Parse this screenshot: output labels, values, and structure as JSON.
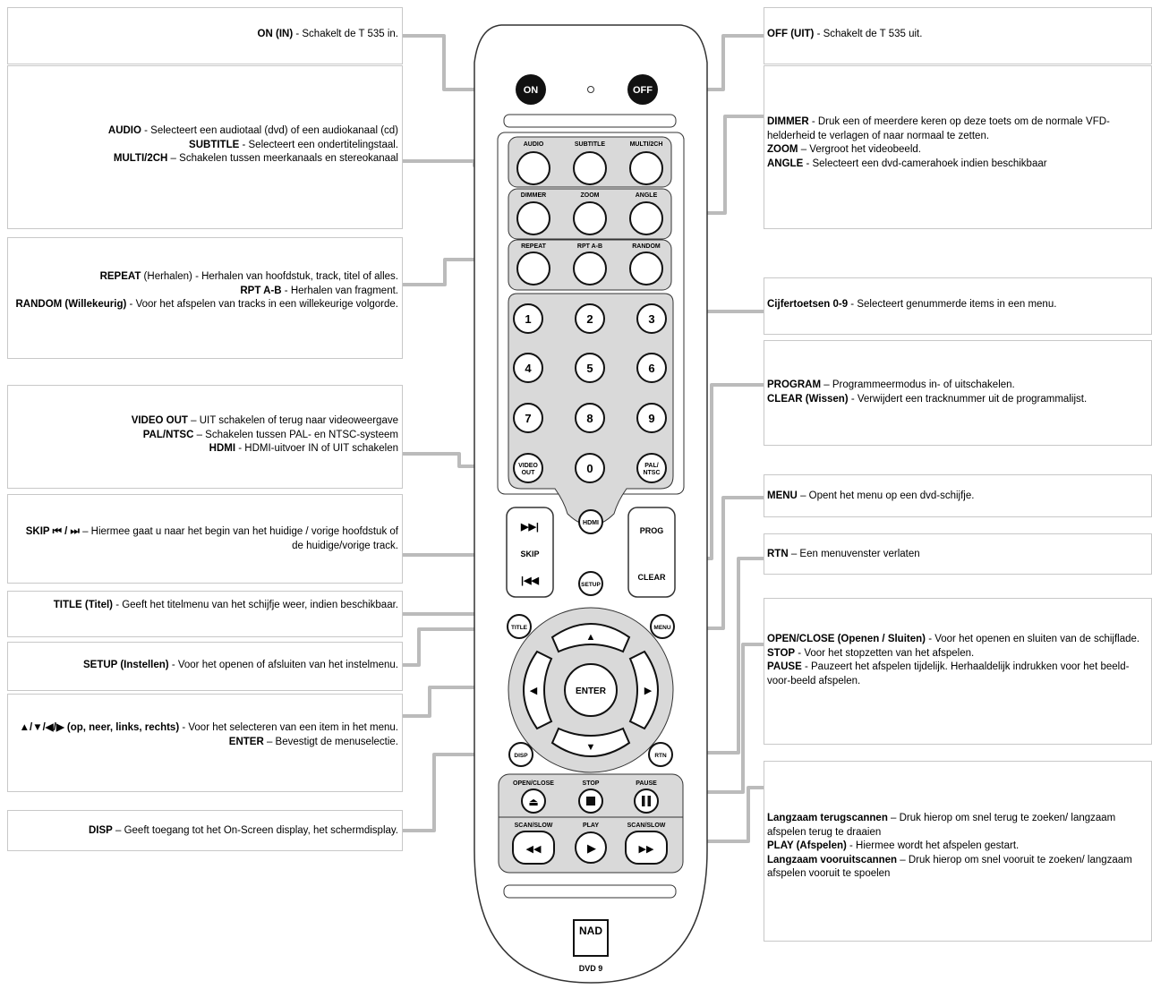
{
  "colors": {
    "connector": "#bbbbbb",
    "box_border": "#c8c8c8",
    "panel_fill": "#d9d9d9",
    "remote_outline": "#333333"
  },
  "remote": {
    "on_label": "ON",
    "off_label": "OFF",
    "row1_labels": [
      "AUDIO",
      "SUBTITLE",
      "MULTI/2CH"
    ],
    "row2_labels": [
      "DIMMER",
      "ZOOM",
      "ANGLE"
    ],
    "row3_labels": [
      "REPEAT",
      "RPT A-B",
      "RANDOM"
    ],
    "digits": [
      "1",
      "2",
      "3",
      "4",
      "5",
      "6",
      "7",
      "8",
      "9",
      "0"
    ],
    "video_out": [
      "VIDEO",
      "OUT"
    ],
    "pal_ntsc": [
      "PAL/",
      "NTSC"
    ],
    "hdmi": "HDMI",
    "skip": "SKIP",
    "prog": "PROG",
    "clear": "CLEAR",
    "setup": "SETUP",
    "title": "TITLE",
    "menu": "MENU",
    "enter": "ENTER",
    "disp": "DISP",
    "rtn": "RTN",
    "transport_top": [
      "OPEN/CLOSE",
      "STOP",
      "PAUSE"
    ],
    "transport_bottom": [
      "SCAN/SLOW",
      "PLAY",
      "SCAN/SLOW"
    ],
    "brand": "NAD",
    "model": "DVD 9"
  },
  "callouts_left": {
    "on": {
      "bold": "ON (IN)",
      "text": " - Schakelt de T 535 in."
    },
    "audio": [
      {
        "bold": "AUDIO",
        "text": " - Selecteert een audiotaal (dvd) of een audiokanaal (cd)"
      },
      {
        "bold": "SUBTITLE",
        "text": " - Selecteert een ondertitelingstaal."
      },
      {
        "bold": "MULTI/2CH",
        "text": " – Schakelen tussen meerkanaals en stereokanaal"
      }
    ],
    "repeat": [
      {
        "bold": "REPEAT",
        "text": " (Herhalen) - Herhalen van hoofdstuk, track, titel of alles."
      },
      {
        "bold": "RPT A-B",
        "text": " - Herhalen van fragment."
      },
      {
        "bold": "RANDOM (Willekeurig)",
        "text": " - Voor het afspelen van tracks in een willekeurige volgorde."
      }
    ],
    "video": [
      {
        "bold": "VIDEO OUT",
        "text": " – UIT schakelen of terug naar videoweergave"
      },
      {
        "bold": "PAL/NTSC",
        "text": " – Schakelen tussen PAL- en NTSC-systeem"
      },
      {
        "bold": "HDMI",
        "text": " - HDMI-uitvoer IN of UIT schakelen"
      }
    ],
    "skip": {
      "bold": "SKIP ⏮ / ⏭",
      "text": " – Hiermee gaat u naar het begin van het huidige / vorige hoofdstuk of de huidige/vorige track."
    },
    "title": {
      "bold": "TITLE (Titel)",
      "text": " - Geeft het titelmenu van het schijfje weer, indien beschikbaar."
    },
    "setup": {
      "bold": "SETUP (Instellen)",
      "text": " - Voor het openen of afsluiten van het instelmenu."
    },
    "arrows": [
      {
        "bold": "▲/▼/◀/▶ (op, neer, links, rechts)",
        "text": " - Voor het selecteren van een item in het menu."
      },
      {
        "bold": "ENTER",
        "text": " – Bevestigt de menuselectie."
      }
    ],
    "disp": {
      "bold": "DISP",
      "text": " – Geeft toegang tot het On-Screen display, het schermdisplay."
    }
  },
  "callouts_right": {
    "off": {
      "bold": "OFF (UIT)",
      "text": " - Schakelt de T 535 uit."
    },
    "dimmer": [
      {
        "bold": "DIMMER",
        "text": " - Druk een of meerdere keren op deze toets om de normale VFD-helderheid te verlagen of naar normaal te zetten."
      },
      {
        "bold": "ZOOM",
        "text": " – Vergroot het videobeeld."
      },
      {
        "bold": "ANGLE",
        "text": " - Selecteert een dvd-camerahoek indien beschikbaar"
      }
    ],
    "digits": {
      "bold": "Cijfertoetsen 0-9",
      "text": " - Selecteert genummerde items in een menu."
    },
    "program": [
      {
        "bold": "PROGRAM",
        "text": " – Programmeermodus in- of uitschakelen."
      },
      {
        "bold": "CLEAR (Wissen)",
        "text": " - Verwijdert een tracknummer uit de programmalijst."
      }
    ],
    "menu": {
      "bold": "MENU",
      "text": " – Opent het menu op een dvd-schijfje."
    },
    "rtn": {
      "bold": "RTN",
      "text": " – Een menuvenster verlaten"
    },
    "open": [
      {
        "bold": "OPEN/CLOSE (Openen / Sluiten)",
        "text": " - Voor het openen en sluiten van de schijflade."
      },
      {
        "bold": "STOP",
        "text": " - Voor het stopzetten van het afspelen."
      },
      {
        "bold": "PAUSE",
        "text": " - Pauzeert het afspelen tijdelijk. Herhaaldelijk indrukken voor het beeld-voor-beeld afspelen."
      }
    ],
    "scan": [
      {
        "bold": "Langzaam terugscannen",
        "text": " – Druk hierop om snel terug te zoeken/ langzaam afspelen terug te draaien"
      },
      {
        "bold": "PLAY (Afspelen)",
        "text": " - Hiermee wordt het afspelen gestart."
      },
      {
        "bold": "Langzaam vooruitscannen",
        "text": " – Druk hierop om snel vooruit te zoeken/ langzaam afspelen vooruit te spoelen"
      }
    ]
  }
}
